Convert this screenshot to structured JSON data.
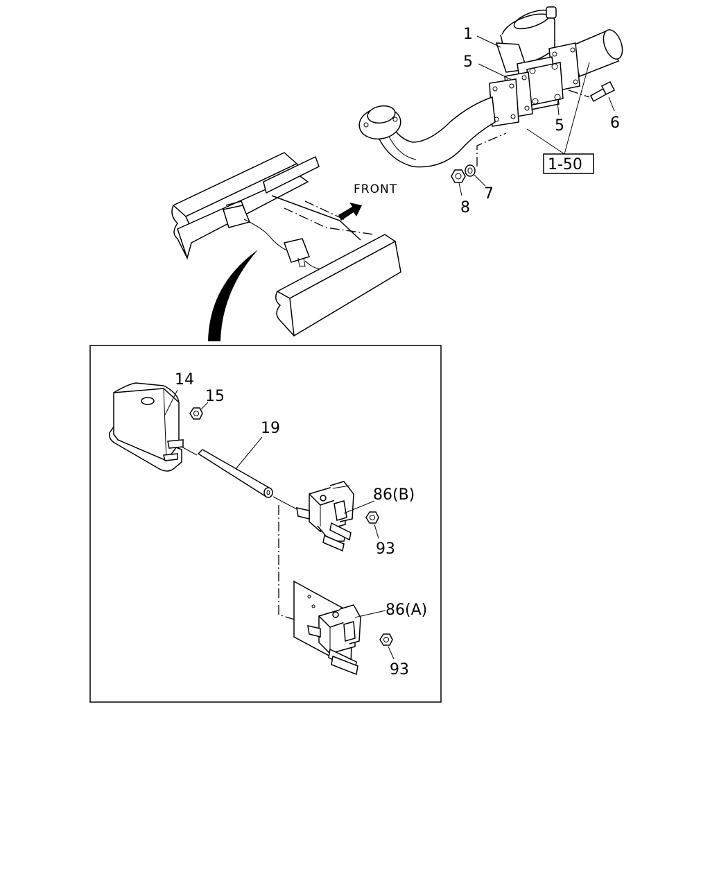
{
  "labels": {
    "part_1": "1",
    "part_5_upper": "5",
    "part_5_lower": "5",
    "part_6": "6",
    "part_7": "7",
    "part_8": "8",
    "ref_1_50": "1-50",
    "front": "FRONT",
    "part_14": "14",
    "part_15": "15",
    "part_19": "19",
    "part_86b": "86(B)",
    "part_86a": "86(A)",
    "part_93_upper": "93",
    "part_93_lower": "93"
  }
}
